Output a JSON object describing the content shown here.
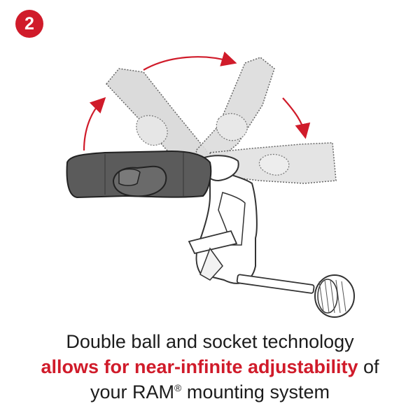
{
  "step": {
    "number": "2"
  },
  "caption": {
    "line1": "Double ball and socket technology",
    "line2_accent": "allows for near-infinite adjustability",
    "line2_rest": " of",
    "line3_start": "your RAM",
    "line3_sup": "®",
    "line3_end": " mounting system"
  },
  "colors": {
    "accent": "#d01b2a",
    "text": "#1c1c1c",
    "arm": "#5b5b5b",
    "ghost": "#d8d8d8"
  },
  "icons": [
    "mount-illustration",
    "motion-arrow-icon"
  ]
}
